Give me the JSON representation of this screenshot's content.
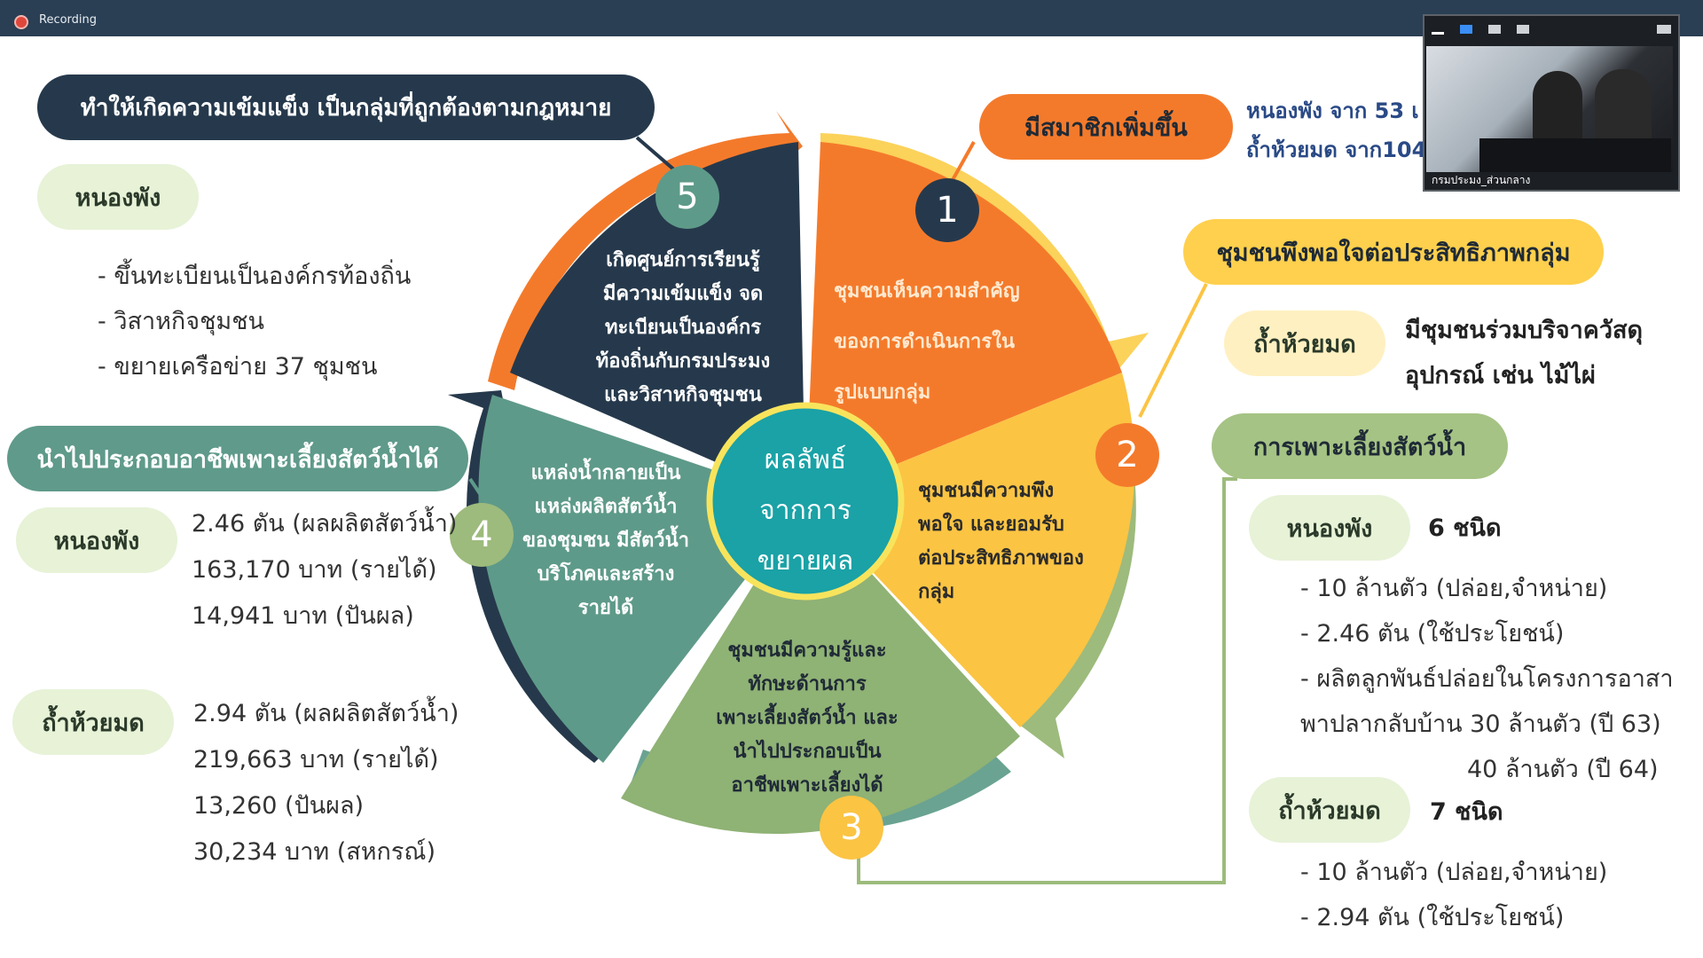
{
  "app": {
    "recording_label": "Recording",
    "camera_caption": "กรมประมง_ส่วนกลาง"
  },
  "center": {
    "line1": "ผลลัพธ์",
    "line2": "จากการ",
    "line3": "ขยายผล"
  },
  "segments": [
    {
      "num": "1",
      "text": [
        "ชุมชนเห็นความสำคัญ",
        "ของการดำเนินการใน",
        "รูปแบบกลุ่ม"
      ]
    },
    {
      "num": "2",
      "text": [
        "ชุมชนมีความพึง",
        "พอใจ และยอมรับ",
        "ต่อประสิทธิภาพของ",
        "กลุ่ม"
      ]
    },
    {
      "num": "3",
      "text": [
        "ชุมชนมีความรู้และ",
        "ทักษะด้านการ",
        "เพาะเลี้ยงสัตว์น้ำ และ",
        "นำไปประกอบเป็น",
        "อาชีพเพาะเลี้ยงได้"
      ]
    },
    {
      "num": "4",
      "text": [
        "แหล่งน้ำกลายเป็น",
        "แหล่งผลิตสัตว์น้ำ",
        "ของชุมชน มีสัตว์น้ำ",
        "บริโภคและสร้าง",
        "รายได้"
      ]
    },
    {
      "num": "5",
      "text": [
        "เกิดศูนย์การเรียนรู้",
        "มีความเข้มแข็ง จด",
        "ทะเบียนเป็นองค์กร",
        "ท้องถิ่นกับกรมประมง",
        "และวิสาหกิจชุมชน"
      ]
    }
  ],
  "left_top": {
    "banner": "ทำให้เกิดความเข้มแข็ง เป็นกลุ่มที่ถูกต้องตามกฎหมาย",
    "tag": "หนองพัง",
    "items": [
      "- ขึ้นทะเบียนเป็นองค์กรท้องถิ่น",
      "- วิสาหกิจชุมชน",
      "- ขยายเครือข่าย 37 ชุมชน"
    ]
  },
  "left_bottom": {
    "banner": "นำไปประกอบอาชีพเพาะเลี้ยงสัตว์น้ำได้",
    "tag1": "หนองพัง",
    "lines1": [
      "2.46 ตัน (ผลผลิตสัตว์น้ำ)",
      "163,170 บาท (รายได้)",
      "14,941 บาท (ปันผล)"
    ],
    "tag2": "ถ้ำห้วยมด",
    "lines2": [
      "2.94 ตัน (ผลผลิตสัตว์น้ำ)",
      "219,663 บาท (รายได้)",
      "13,260 (ปันผล)",
      "30,234 บาท (สหกรณ์)"
    ]
  },
  "right_top": {
    "banner": "มีสมาชิกเพิ่มขึ้น",
    "lines": [
      "หนองพัง จาก 53 เ",
      "ถ้ำห้วยมด จาก104"
    ]
  },
  "right_mid": {
    "banner": "ชุมชนพึงพอใจต่อประสิทธิภาพกลุ่ม",
    "tag": "ถ้ำห้วยมด",
    "lines": [
      "มีชุมชนร่วมบริจาควัสดุ",
      "อุปกรณ์ เช่น ไม้ไผ่"
    ]
  },
  "right_bottom": {
    "banner": "การเพาะเลี้ยงสัตว์น้ำ",
    "tag1": "หนองพัง",
    "count1": "6 ชนิด",
    "lines1": [
      "- 10 ล้านตัว (ปล่อย,จำหน่าย)",
      "- 2.46 ตัน (ใช้ประโยชน์)",
      "- ผลิตลูกพันธ์ปล่อยในโครงการอาสา",
      "พาปลากลับบ้าน 30 ล้านตัว (ปี 63)",
      "40 ล้านตัว (ปี 64)"
    ],
    "tag2": "ถ้ำห้วยมด",
    "count2": "7 ชนิด",
    "lines2": [
      "- 10 ล้านตัว (ปล่อย,จำหน่าย)",
      "- 2.94 ตัน (ใช้ประโยชน์)"
    ]
  },
  "colors": {
    "seg1": "#f47a2b",
    "seg2": "#fbc443",
    "seg3": "#8fb275",
    "seg4": "#5e9a89",
    "seg5": "#26394c",
    "center": "#1aa2a6"
  }
}
